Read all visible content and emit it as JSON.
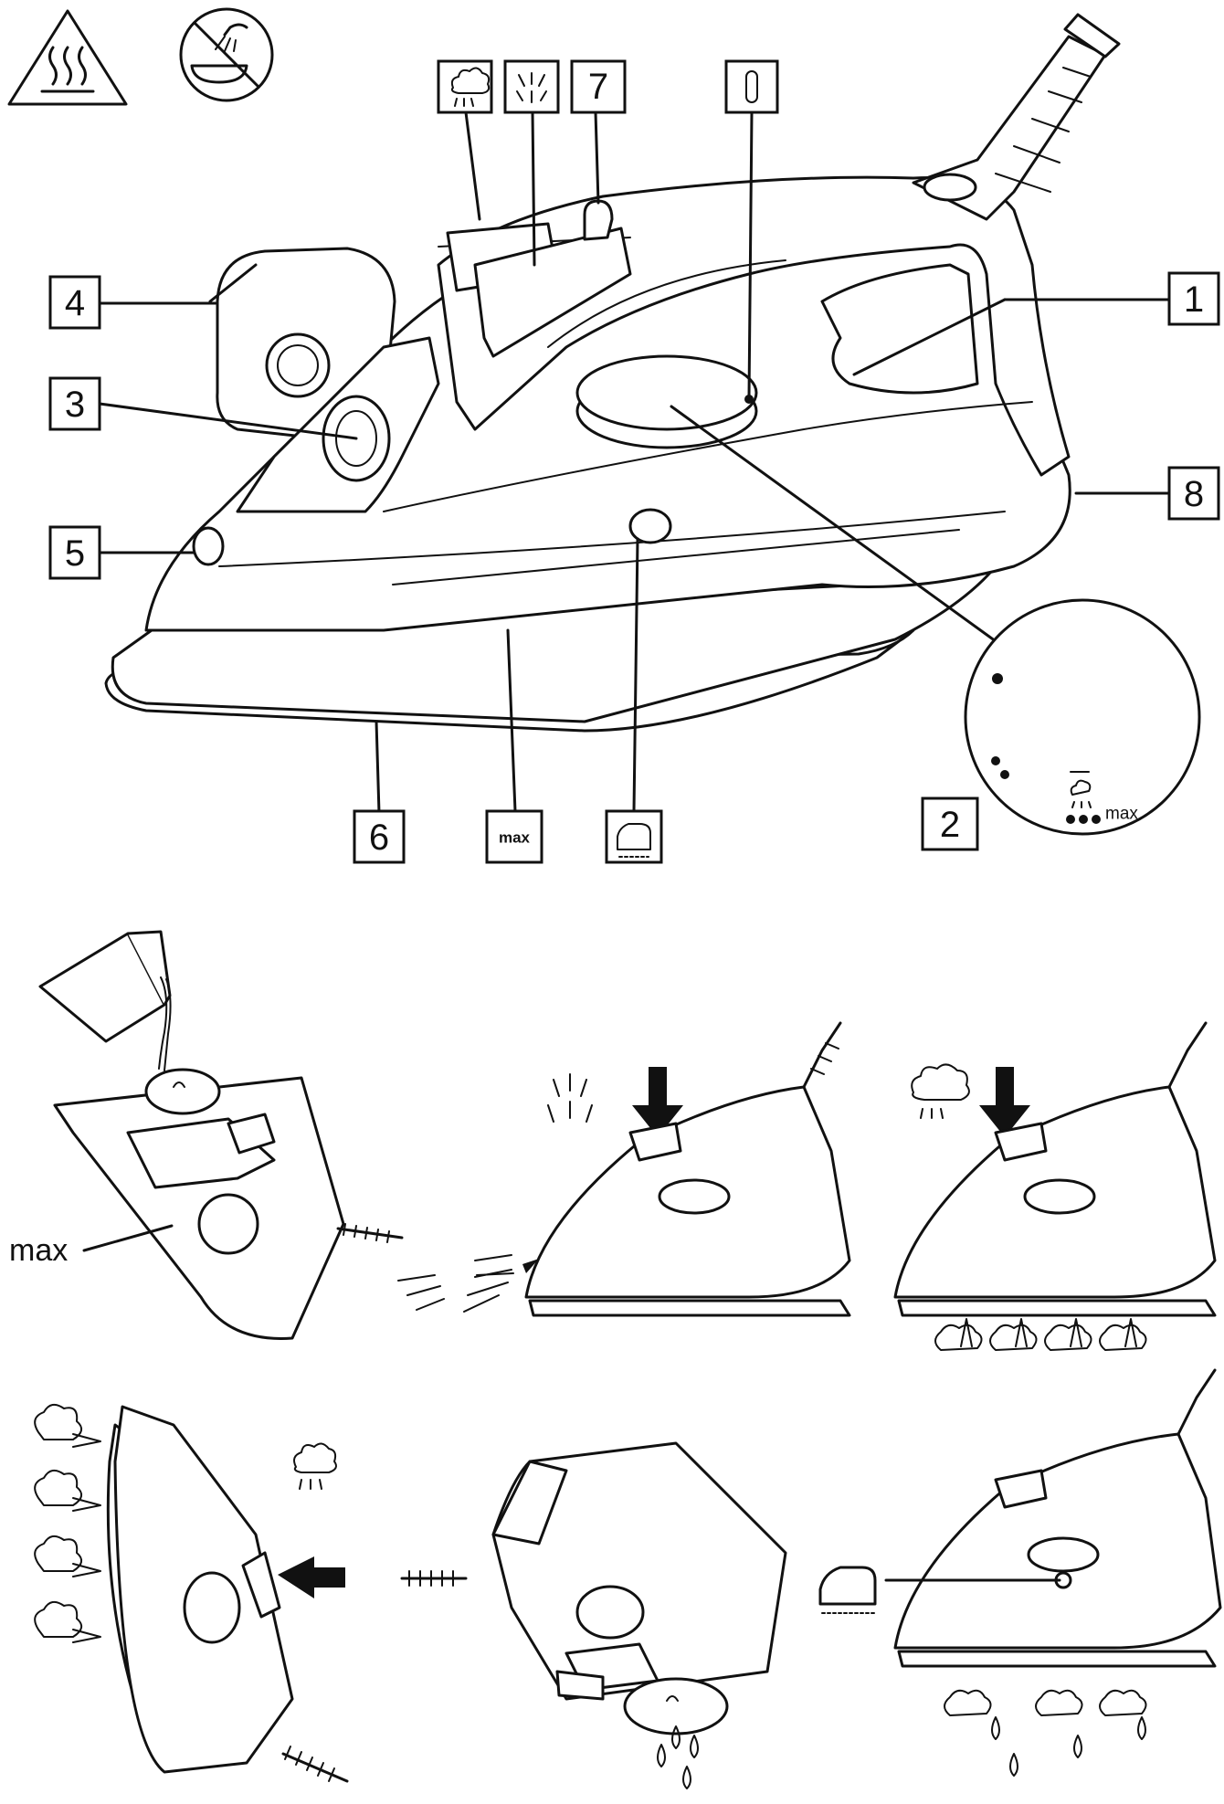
{
  "callouts": {
    "c1": "1",
    "c2": "2",
    "c3": "3",
    "c4": "4",
    "c5": "5",
    "c6": "6",
    "c7": "7",
    "c8": "8",
    "c0": "0"
  },
  "labels": {
    "max_water_level": "max",
    "max_fill_line": "max",
    "dial_max": "max"
  },
  "icons": {
    "hot_surface": "hot-surface-warning-icon",
    "no_shower": "no-bath-shower-icon",
    "steam_burst": "steam-burst-icon",
    "spray": "spray-icon",
    "dry_iron": "dry-iron-icon"
  }
}
